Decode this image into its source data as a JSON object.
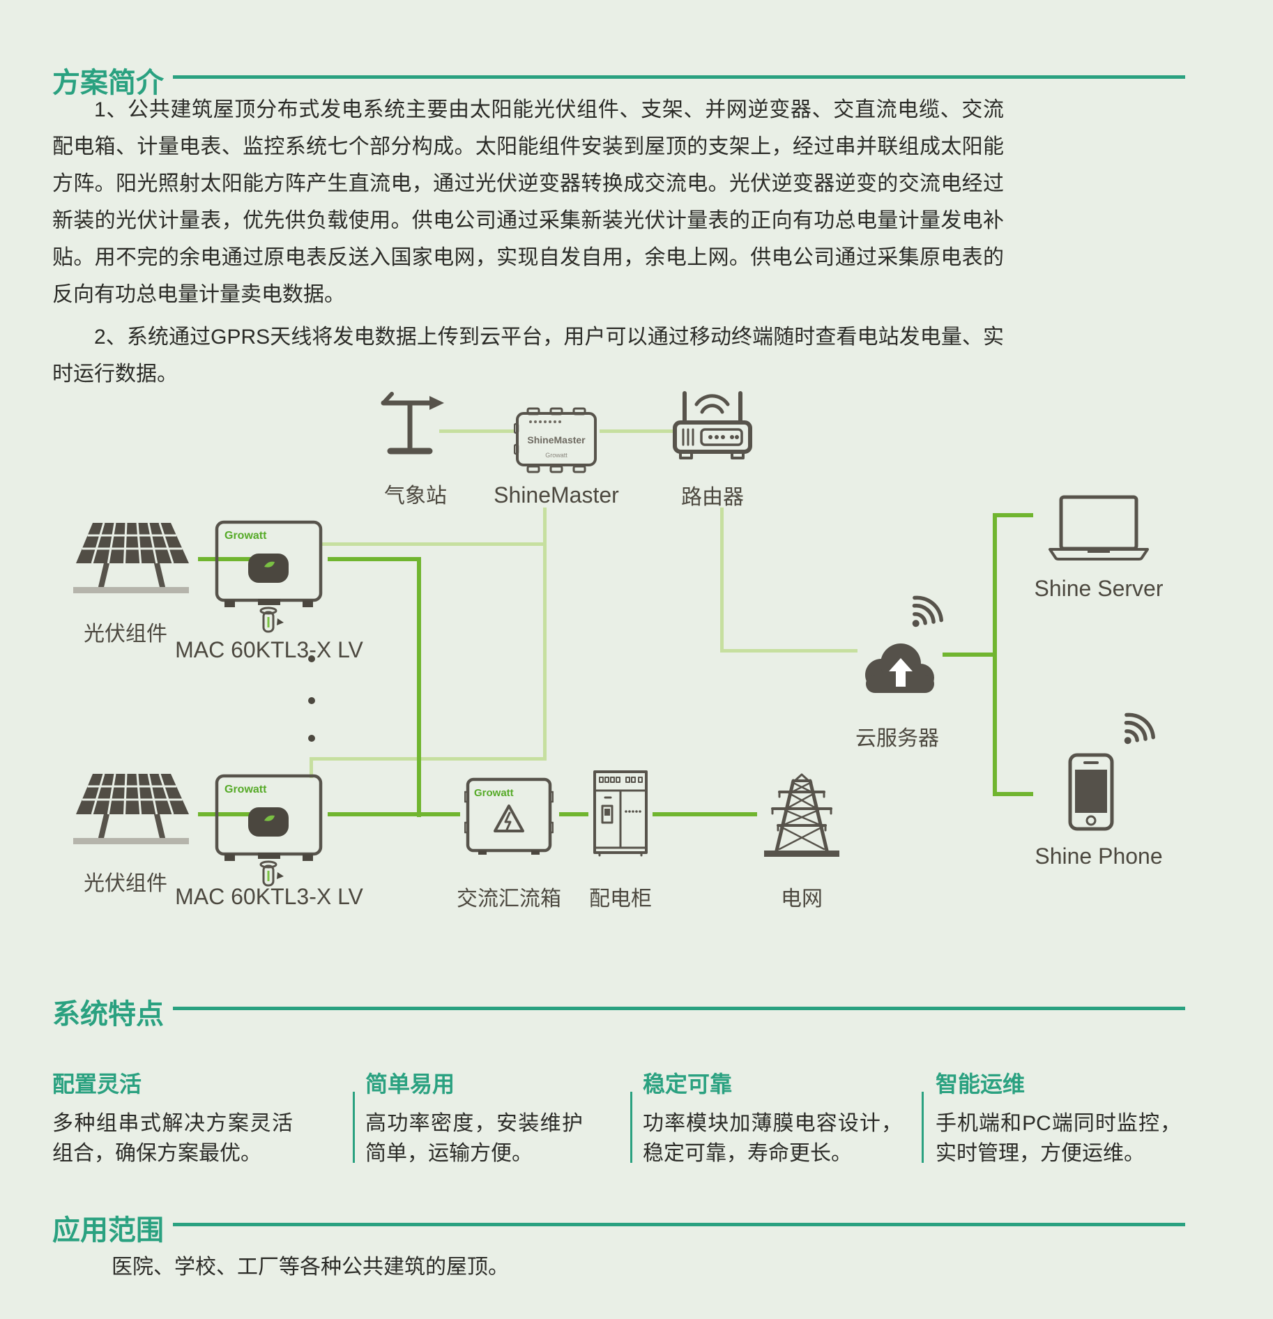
{
  "colors": {
    "background": "#e9efe6",
    "accent_teal": "#2aa180",
    "line_dark_green": "#70b52f",
    "line_light_green": "#c6df9f",
    "icon_gray": "#57534b",
    "body_text": "#2b2b27",
    "brand_green": "#56aa28"
  },
  "intro": {
    "title": "方案简介",
    "para1": "1、公共建筑屋顶分布式发电系统主要由太阳能光伏组件、支架、并网逆变器、交直流电缆、交流配电箱、计量电表、监控系统七个部分构成。太阳能组件安装到屋顶的支架上，经过串并联组成太阳能方阵。阳光照射太阳能方阵产生直流电，通过光伏逆变器转换成交流电。光伏逆变器逆变的交流电经过新装的光伏计量表，优先供负载使用。供电公司通过采集新装光伏计量表的正向有功总电量计量发电补贴。用不完的余电通过原电表反送入国家电网，实现自发自用，余电上网。供电公司通过采集原电表的反向有功总电量计量卖电数据。",
    "para2": "2、系统通过GPRS天线将发电数据上传到云平台，用户可以通过移动终端随时查看电站发电量、实时运行数据。"
  },
  "diagram": {
    "weather_station": "气象站",
    "shinemaster": "ShineMaster",
    "shinemaster_device": "ShineMaster",
    "router": "路由器",
    "pv1": "光伏组件",
    "pv2": "光伏组件",
    "inverter1": "MAC 60KTL3-X  LV",
    "inverter2": "MAC 60KTL3-X  LV",
    "combiner": "交流汇流箱",
    "cabinet": "配电柜",
    "grid": "电网",
    "cloud": "云服务器",
    "server": "Shine Server",
    "phone": "Shine Phone",
    "brand": "Growatt"
  },
  "features": {
    "title": "系统特点",
    "items": [
      {
        "title": "配置灵活",
        "body": "多种组串式解决方案灵活组合，确保方案最优。"
      },
      {
        "title": "简单易用",
        "body": "高功率密度，安装维护简单，运输方便。"
      },
      {
        "title": "稳定可靠",
        "body": "功率模块加薄膜电容设计，稳定可靠，寿命更长。"
      },
      {
        "title": "智能运维",
        "body": "手机端和PC端同时监控，实时管理，方便运维。"
      }
    ]
  },
  "application": {
    "title": "应用范围",
    "body": "医院、学校、工厂等各种公共建筑的屋顶。"
  }
}
